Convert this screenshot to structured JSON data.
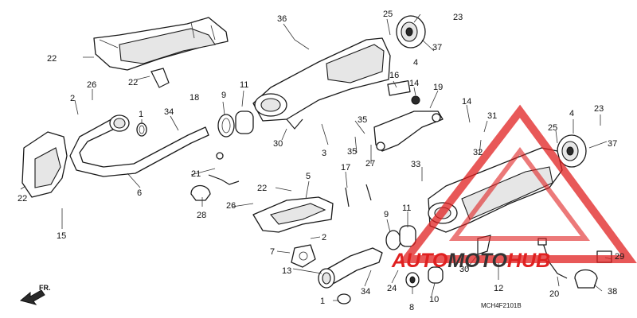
{
  "diagram": {
    "diagram_code": "MCH4F2101B",
    "direction_label": "FR.",
    "callouts": [
      {
        "id": "c36",
        "label": "36"
      },
      {
        "id": "c25a",
        "label": "25"
      },
      {
        "id": "c23a",
        "label": "23"
      },
      {
        "id": "c37a",
        "label": "37"
      },
      {
        "id": "c4a",
        "label": "4"
      },
      {
        "id": "c22a",
        "label": "22"
      },
      {
        "id": "c22b",
        "label": "22"
      },
      {
        "id": "c18",
        "label": "18"
      },
      {
        "id": "c26a",
        "label": "26"
      },
      {
        "id": "c2a",
        "label": "2"
      },
      {
        "id": "c1a",
        "label": "1"
      },
      {
        "id": "c34a",
        "label": "34"
      },
      {
        "id": "c9a",
        "label": "9"
      },
      {
        "id": "c11a",
        "label": "11"
      },
      {
        "id": "c16",
        "label": "16"
      },
      {
        "id": "c14a",
        "label": "14"
      },
      {
        "id": "c19",
        "label": "19"
      },
      {
        "id": "c14b",
        "label": "14"
      },
      {
        "id": "c31",
        "label": "31"
      },
      {
        "id": "c23b",
        "label": "23"
      },
      {
        "id": "c4b",
        "label": "4"
      },
      {
        "id": "c25b",
        "label": "25"
      },
      {
        "id": "c37b",
        "label": "37"
      },
      {
        "id": "c35a",
        "label": "35"
      },
      {
        "id": "c35b",
        "label": "35"
      },
      {
        "id": "c27",
        "label": "27"
      },
      {
        "id": "c32",
        "label": "32"
      },
      {
        "id": "c30a",
        "label": "30"
      },
      {
        "id": "c3",
        "label": "3"
      },
      {
        "id": "c6",
        "label": "6"
      },
      {
        "id": "c22c",
        "label": "22"
      },
      {
        "id": "c21",
        "label": "21"
      },
      {
        "id": "c22d",
        "label": "22"
      },
      {
        "id": "c5",
        "label": "5"
      },
      {
        "id": "c17",
        "label": "17"
      },
      {
        "id": "c33",
        "label": "33"
      },
      {
        "id": "c28",
        "label": "28"
      },
      {
        "id": "c26b",
        "label": "26"
      },
      {
        "id": "c15",
        "label": "15"
      },
      {
        "id": "c9b",
        "label": "9"
      },
      {
        "id": "c11b",
        "label": "11"
      },
      {
        "id": "c2b",
        "label": "2"
      },
      {
        "id": "c7",
        "label": "7"
      },
      {
        "id": "c13",
        "label": "13"
      },
      {
        "id": "c34b",
        "label": "34"
      },
      {
        "id": "c24",
        "label": "24"
      },
      {
        "id": "c8",
        "label": "8"
      },
      {
        "id": "c10",
        "label": "10"
      },
      {
        "id": "c30b",
        "label": "30"
      },
      {
        "id": "c12",
        "label": "12"
      },
      {
        "id": "c1b",
        "label": "1"
      },
      {
        "id": "c20",
        "label": "20"
      },
      {
        "id": "c29",
        "label": "29"
      },
      {
        "id": "c38",
        "label": "38"
      }
    ]
  },
  "watermark": {
    "part1": "AUTO",
    "part2": "MOTO",
    "part3": "HUB",
    "color_red": "#e02020",
    "color_dark": "#333333"
  }
}
